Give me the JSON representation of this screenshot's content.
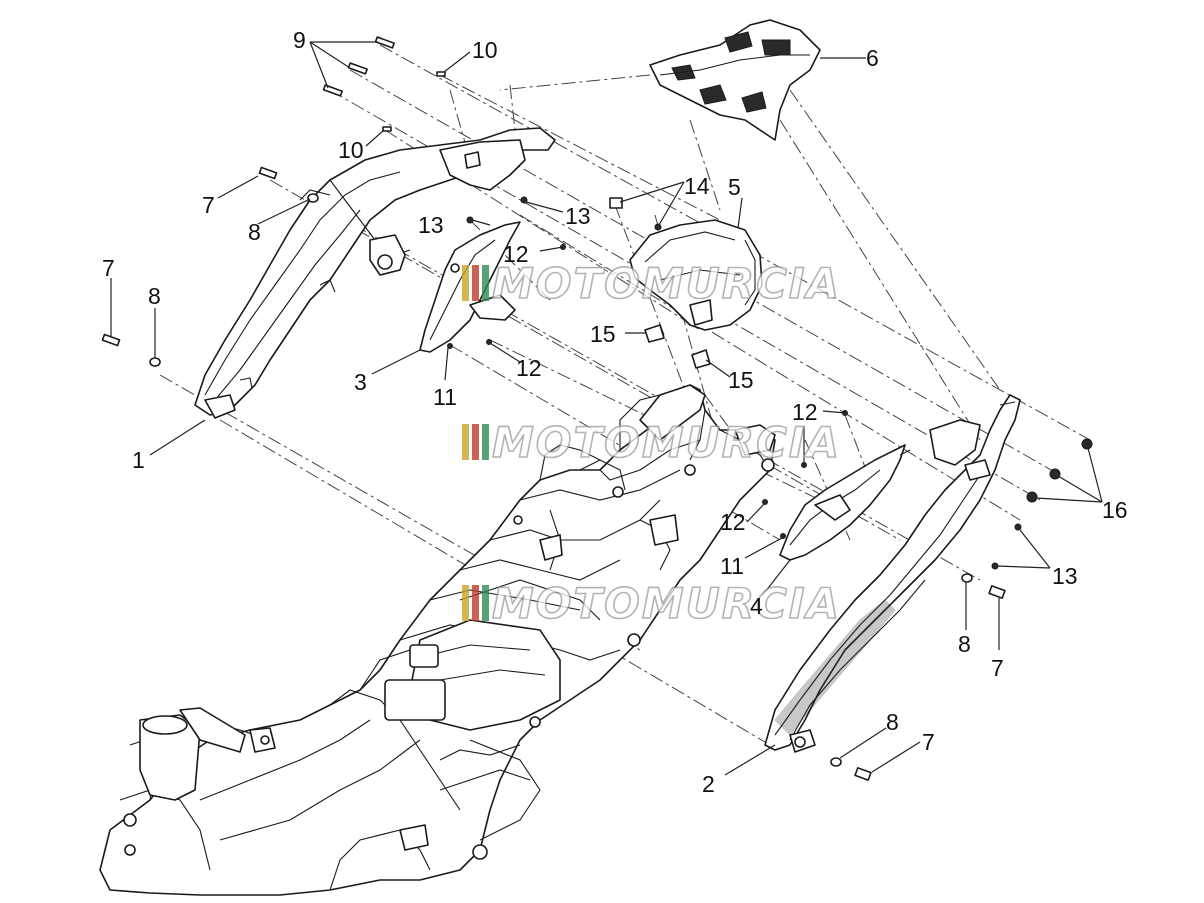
{
  "diagram": {
    "callouts": [
      {
        "id": "c1",
        "label": "1"
      },
      {
        "id": "c2",
        "label": "2"
      },
      {
        "id": "c3",
        "label": "3"
      },
      {
        "id": "c4",
        "label": "4"
      },
      {
        "id": "c5",
        "label": "5"
      },
      {
        "id": "c6",
        "label": "6"
      },
      {
        "id": "c7a",
        "label": "7"
      },
      {
        "id": "c7b",
        "label": "7"
      },
      {
        "id": "c7c",
        "label": "7"
      },
      {
        "id": "c7d",
        "label": "7"
      },
      {
        "id": "c8a",
        "label": "8"
      },
      {
        "id": "c8b",
        "label": "8"
      },
      {
        "id": "c8c",
        "label": "8"
      },
      {
        "id": "c8d",
        "label": "8"
      },
      {
        "id": "c9",
        "label": "9"
      },
      {
        "id": "c10a",
        "label": "10"
      },
      {
        "id": "c10b",
        "label": "10"
      },
      {
        "id": "c11a",
        "label": "11"
      },
      {
        "id": "c11b",
        "label": "11"
      },
      {
        "id": "c12a",
        "label": "12"
      },
      {
        "id": "c12b",
        "label": "12"
      },
      {
        "id": "c12c",
        "label": "12"
      },
      {
        "id": "c12d",
        "label": "12"
      },
      {
        "id": "c13a",
        "label": "13"
      },
      {
        "id": "c13b",
        "label": "13"
      },
      {
        "id": "c13c",
        "label": "13"
      },
      {
        "id": "c14",
        "label": "14"
      },
      {
        "id": "c15a",
        "label": "15"
      },
      {
        "id": "c15b",
        "label": "15"
      },
      {
        "id": "c16",
        "label": "16"
      }
    ],
    "watermark": {
      "text": "MOTOMURCIA",
      "colors": {
        "stripe1": "#c9a227",
        "stripe2": "#c0392b",
        "stripe3": "#2e8b57",
        "outline": "#9a9a9a"
      }
    }
  }
}
